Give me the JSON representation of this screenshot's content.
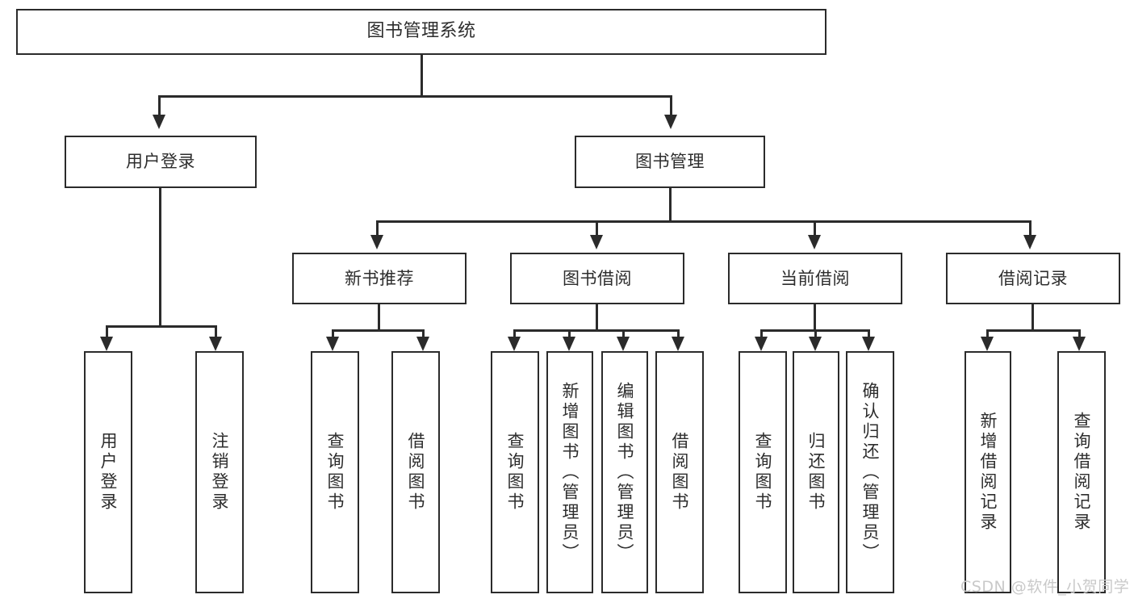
{
  "diagram": {
    "type": "tree",
    "title": "图书管理系统",
    "root": {
      "label": "图书管理系统"
    },
    "level2": [
      {
        "label": "用户登录"
      },
      {
        "label": "图书管理"
      }
    ],
    "level3": [
      {
        "label": "新书推荐"
      },
      {
        "label": "图书借阅"
      },
      {
        "label": "当前借阅"
      },
      {
        "label": "借阅记录"
      }
    ],
    "leaves": {
      "user_login": [
        {
          "label": "用户登录"
        },
        {
          "label": "注销登录"
        }
      ],
      "new_book_recommend": [
        {
          "label": "查询图书"
        },
        {
          "label": "借阅图书"
        }
      ],
      "book_borrow": [
        {
          "label": "查询图书"
        },
        {
          "label": "新增图书（管理员）"
        },
        {
          "label": "编辑图书（管理员）"
        },
        {
          "label": "借阅图书"
        }
      ],
      "current_borrow": [
        {
          "label": "查询图书"
        },
        {
          "label": "归还图书"
        },
        {
          "label": "确认归还（管理员）"
        }
      ],
      "borrow_record": [
        {
          "label": "新增借阅记录"
        },
        {
          "label": "查询借阅记录"
        }
      ]
    }
  },
  "watermark": {
    "text": "CSDN @软件_小贺同学"
  },
  "colors": {
    "stroke": "#2b2b2b",
    "text": "#2d2d2d",
    "background": "#ffffff",
    "watermark": "#c9c9c9"
  }
}
